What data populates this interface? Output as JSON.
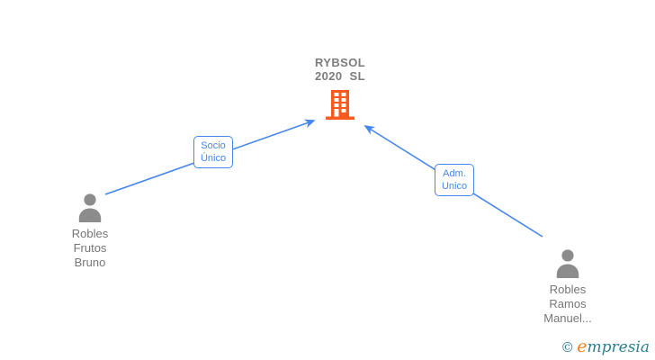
{
  "diagram": {
    "company": {
      "title_line1": "RYBSOL",
      "title_line2": "2020  SL"
    },
    "persons": [
      {
        "line1": "Robles",
        "line2": "Frutos",
        "line3": "Bruno"
      },
      {
        "line1": "Robles",
        "line2": "Ramos",
        "line3": "Manuel..."
      }
    ],
    "edges": [
      {
        "line1": "Socio",
        "line2": "Único",
        "from": "Robles Frutos Bruno",
        "to": "RYBSOL 2020 SL"
      },
      {
        "line1": "Adm.",
        "line2": "Unico",
        "from": "Robles Ramos Manuel...",
        "to": "RYBSOL 2020 SL"
      }
    ]
  },
  "watermark": {
    "symbol": "©",
    "brand_first": "e",
    "brand_rest": "mpresia"
  },
  "colors": {
    "edge_blue": "#4787ed",
    "building_orange": "#fb5a1e",
    "person_gray": "#8c8c8c",
    "text_gray": "#767676",
    "title_gray": "#7d7d7d",
    "watermark_teal": "#2e7f8f",
    "watermark_orange": "#ef7f1a"
  }
}
